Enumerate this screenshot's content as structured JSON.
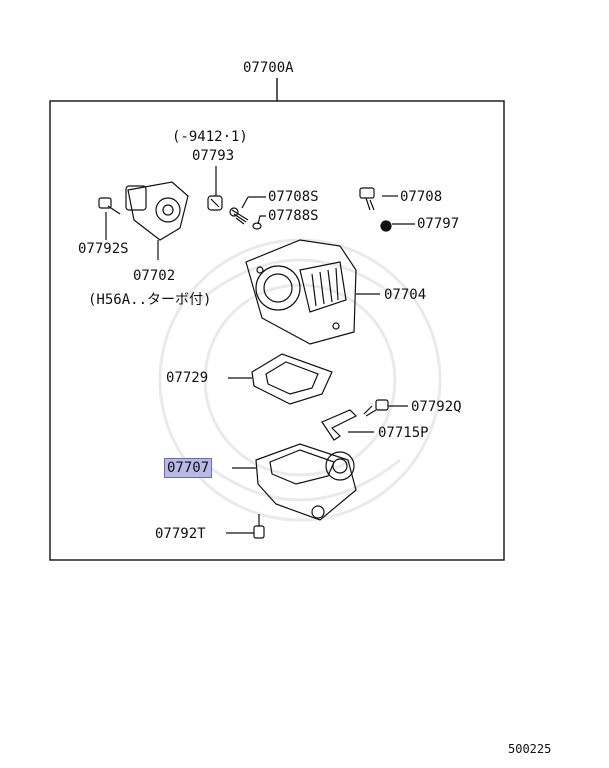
{
  "diagram": {
    "assembly": "07700A",
    "note_date": "(-9412·1)",
    "note_variant": "(H56A..ターボ付)",
    "figure_id": "500225",
    "colors": {
      "highlight": "#b9b9e6",
      "line": "#111111"
    },
    "parts": [
      {
        "id": "07793",
        "highlighted": false
      },
      {
        "id": "07708S",
        "highlighted": false
      },
      {
        "id": "07708",
        "highlighted": false
      },
      {
        "id": "07788S",
        "highlighted": false
      },
      {
        "id": "07797",
        "highlighted": false
      },
      {
        "id": "07792S",
        "highlighted": false
      },
      {
        "id": "07702",
        "highlighted": false
      },
      {
        "id": "07704",
        "highlighted": false
      },
      {
        "id": "07729",
        "highlighted": false
      },
      {
        "id": "07792Q",
        "highlighted": false
      },
      {
        "id": "07715P",
        "highlighted": false
      },
      {
        "id": "07707",
        "highlighted": true
      },
      {
        "id": "07792T",
        "highlighted": false
      }
    ]
  }
}
